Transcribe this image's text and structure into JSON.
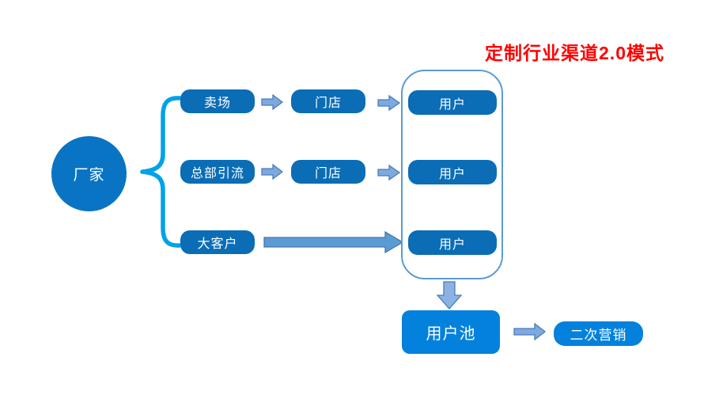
{
  "title": {
    "text": "定制行业渠道2.0模式",
    "color": "#FF0000"
  },
  "source": {
    "label": "厂家"
  },
  "rows": [
    {
      "stage1": "卖场",
      "stage2": "门店",
      "stage3": "用户"
    },
    {
      "stage1": "总部引流",
      "stage2": "门店",
      "stage3": "用户"
    },
    {
      "stage1": "大客户",
      "stage3": "用户"
    }
  ],
  "pool": {
    "label": "用户池"
  },
  "remarketing": {
    "label": "二次营销"
  },
  "icons": {
    "brace": "curly-brace-left",
    "arrows": [
      "right-block-arrow",
      "down-block-arrow"
    ]
  },
  "colors": {
    "node_dark_blue": "#0a6db6",
    "circle_blue": "#0a74c4",
    "bright_blue": "#0381dd",
    "arrow_fill": "#7ea9de",
    "arrow_fill_strong": "#5b9bd5",
    "arrow_stroke": "#4a7cbc",
    "group_border": "#5b9bd5",
    "brace_cyan": "#00a2e8",
    "title_red": "#ff0000",
    "background": "#ffffff"
  }
}
